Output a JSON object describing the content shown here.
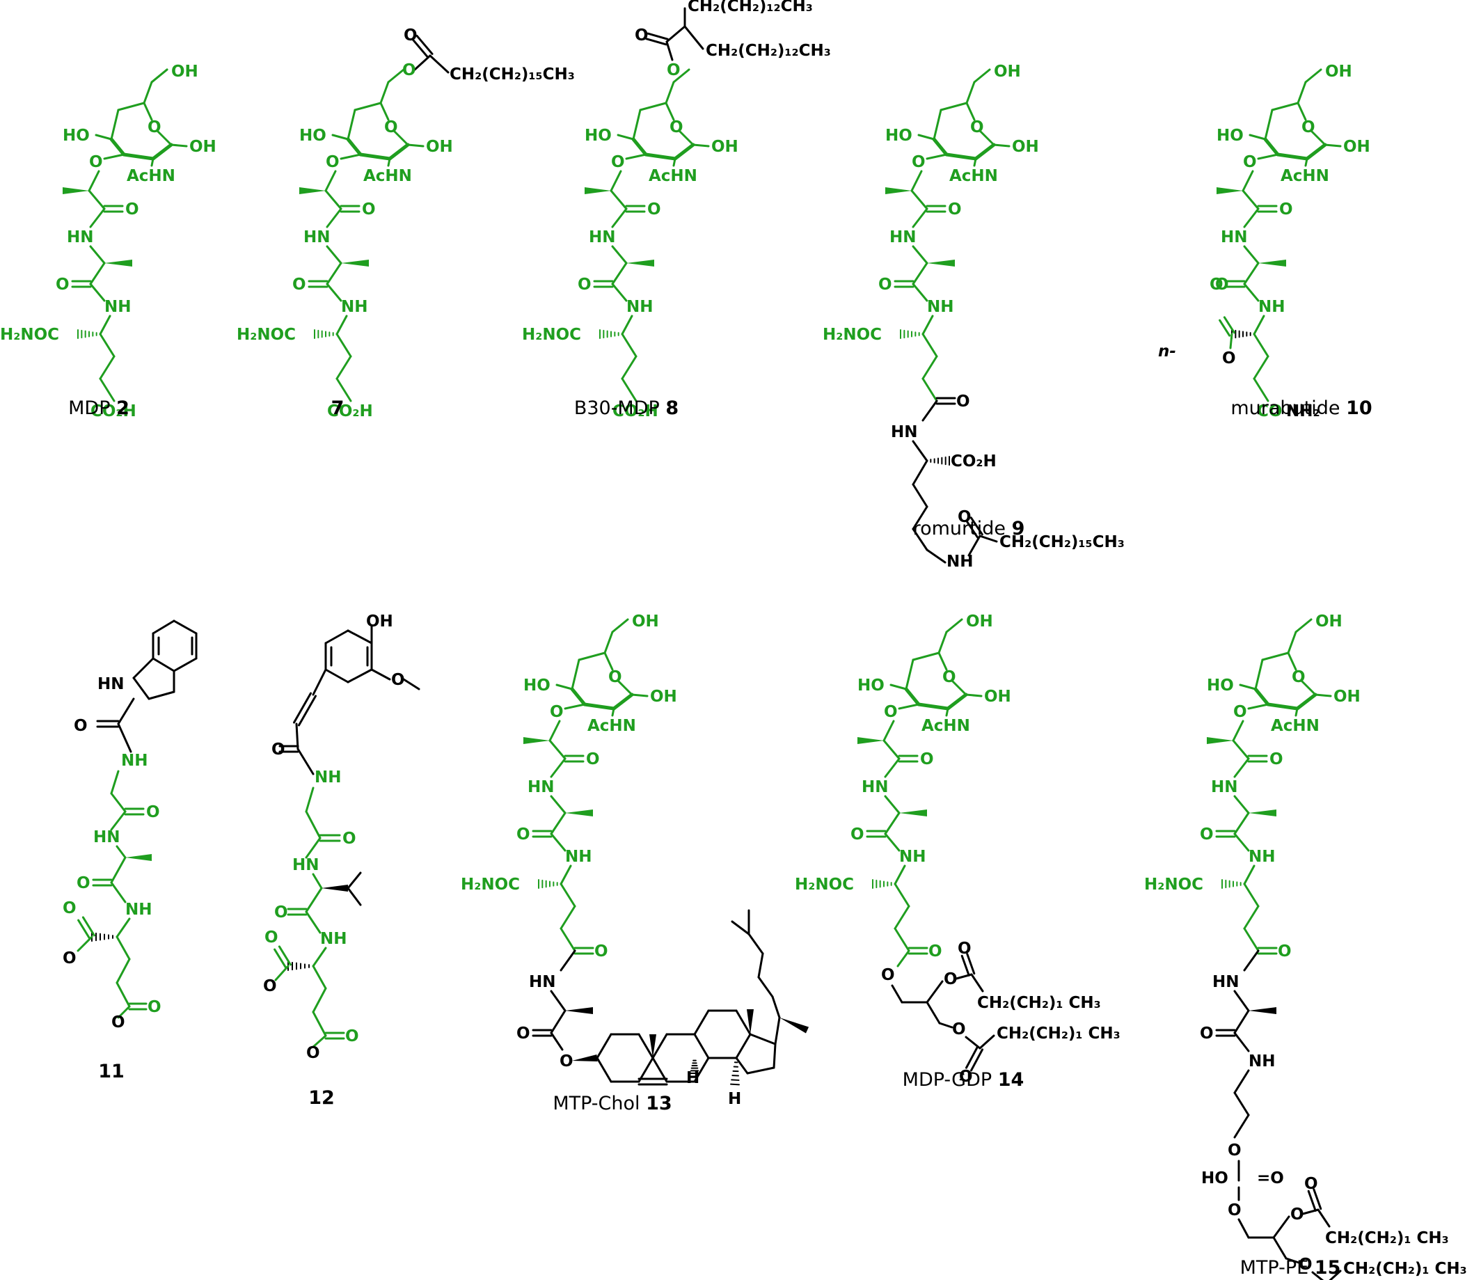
{
  "colors": {
    "muramyl": "#1f9e1f",
    "modification": "#000000",
    "background": "#ffffff"
  },
  "captions": {
    "c2": {
      "text": "MDP",
      "num": "2"
    },
    "c7": {
      "text": "",
      "num": "7"
    },
    "c8": {
      "text": "B30-MDP",
      "num": "8"
    },
    "c9": {
      "text": "romurtide",
      "num": "9"
    },
    "c10": {
      "text": "murabutide",
      "num": "10"
    },
    "c11": {
      "text": "",
      "num": "11"
    },
    "c12": {
      "text": "",
      "num": "12"
    },
    "c13": {
      "text": "MTP-Chol",
      "num": "13"
    },
    "c14": {
      "text": "MDP-GDP",
      "num": "14"
    },
    "c15": {
      "text": "MTP-PE",
      "num": "15"
    }
  },
  "labels": {
    "oh": "OH",
    "ho": "HO",
    "o": "O",
    "achn": "AcHN",
    "hn": "HN",
    "nh": "NH",
    "h2noc": "H₂NOC",
    "co2h": "CO₂H",
    "co": "CO",
    "nh2": "NH₂",
    "h": "H",
    "n_prefix": "n-",
    "acyl15": "CH₂(CH₂)₁₅CH₃",
    "acyl12": "CH₂(CH₂)₁₂CH₃",
    "acyl_short": "CH₂(CH₂)₁",
    "ch3": "CH₃"
  }
}
